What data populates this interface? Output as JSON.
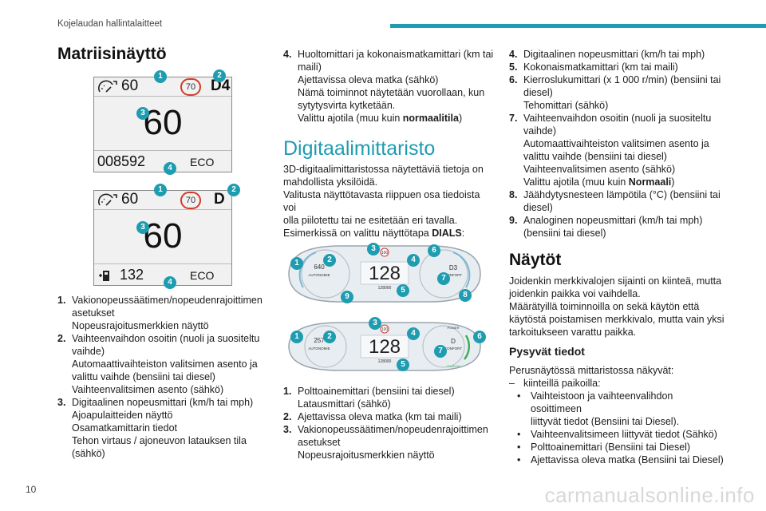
{
  "header": {
    "section_title": "Kojelaudan hallintalaitteet"
  },
  "page_number": "10",
  "watermark": "carmanualsonline.info",
  "colors": {
    "accent": "#1e9cb0",
    "limit_sign_red": "#d33a2c"
  },
  "matrix": {
    "title": "Matriisinäyttö",
    "display1": {
      "limit": "60",
      "limit_sign": "70",
      "gear": "D4",
      "speed": "60",
      "odometer": "008592",
      "mode": "ECO"
    },
    "display2": {
      "limit": "60",
      "limit_sign": "70",
      "gear": "D",
      "speed": "60",
      "range": "132",
      "mode": "ECO"
    },
    "callouts": [
      "1",
      "2",
      "3",
      "4"
    ],
    "items": [
      {
        "num": "1.",
        "lines": [
          "Vakionopeussäätimen/nopeudenrajoittimen",
          "asetukset",
          "Nopeusrajoitusmerkkien näyttö"
        ]
      },
      {
        "num": "2.",
        "lines": [
          "Vaihteenvaihdon osoitin (nuoli ja suositeltu",
          "vaihde)",
          "Automaattivaihteiston valitsimen asento ja",
          "valittu vaihde (bensiini tai diesel)",
          "Vaihteenvalitsimen asento (sähkö)"
        ]
      },
      {
        "num": "3.",
        "lines": [
          "Digitaalinen nopeusmittari (km/h tai mph)",
          "Ajoapulaitteiden näyttö",
          "Osamatkamittarin tiedot",
          "Tehon virtaus / ajoneuvon latauksen tila",
          "(sähkö)"
        ]
      }
    ]
  },
  "col2": {
    "item4": {
      "num": "4.",
      "lines": [
        "Huoltomittari ja kokonaismatkamittari (km tai",
        "maili)",
        "Ajettavissa oleva matka (sähkö)",
        "Nämä toiminnot näytetään vuorollaan, kun",
        "sytytysvirta kytketään."
      ],
      "last_prefix": "Valittu ajotila (muu kuin ",
      "last_bold": "normaalitila",
      "last_suffix": ")"
    },
    "digital_title": "Digitaalimittaristo",
    "digital_para": [
      "3D-digitaalimittaristossa näytettäviä tietoja on",
      "mahdollista yksilöidä.",
      "Valitusta näyttötavasta riippuen osa tiedoista voi",
      "olla piilotettu tai ne esitetään eri tavalla."
    ],
    "dials_prefix": "Esimerkissä on valittu näyttötapa ",
    "dials_bold": "DIALS",
    "dials_suffix": ":",
    "cluster1": {
      "speed": "128",
      "odo": "128000",
      "range": "640",
      "mode_label": "AUTONOMIE",
      "gear": "D3",
      "gear_label": "CONFORT",
      "limit": "100",
      "callouts": [
        "1",
        "2",
        "3",
        "4",
        "5",
        "6",
        "7",
        "8",
        "9"
      ]
    },
    "cluster2": {
      "speed": "128",
      "odo": "128000",
      "range": "257",
      "mode_label": "AUTONOMIE",
      "gear": "D",
      "gear_label": "CONFORT",
      "limit": "100",
      "top_right_label": "POWER",
      "bottom_right_label": "CHARGE",
      "callouts": [
        "1",
        "2",
        "3",
        "4",
        "5",
        "6",
        "7"
      ]
    },
    "items": [
      {
        "num": "1.",
        "lines": [
          "Polttoainemittari (bensiini tai diesel)",
          "Latausmittari (sähkö)"
        ]
      },
      {
        "num": "2.",
        "lines": [
          "Ajettavissa oleva matka (km tai maili)"
        ]
      },
      {
        "num": "3.",
        "lines": [
          "Vakionopeussäätimen/nopeudenrajoittimen",
          "asetukset",
          "Nopeusrajoitusmerkkien näyttö"
        ]
      }
    ]
  },
  "col3": {
    "items": [
      {
        "num": "4.",
        "lines": [
          "Digitaalinen nopeusmittari (km/h tai mph)"
        ]
      },
      {
        "num": "5.",
        "lines": [
          "Kokonaismatkamittari (km tai maili)"
        ]
      },
      {
        "num": "6.",
        "lines": [
          "Kierroslukumittari (x 1 000 r/min) (bensiini tai",
          "diesel)",
          "Tehomittari (sähkö)"
        ]
      },
      {
        "num": "7.",
        "lines": [
          "Vaihteenvaihdon osoitin (nuoli ja suositeltu",
          "vaihde)",
          "Automaattivaihteiston valitsimen asento ja",
          "valittu vaihde (bensiini tai diesel)",
          "Vaihteenvalitsimen asento (sähkö)"
        ]
      },
      {
        "num": "8.",
        "lines": [
          "Jäähdytysnesteen lämpötila (°C) (bensiini tai",
          "diesel)"
        ]
      },
      {
        "num": "9.",
        "lines": [
          "Analoginen nopeusmittari (km/h tai mph)",
          "(bensiini tai diesel)"
        ]
      }
    ],
    "item7_last_prefix": "Valittu ajotila (muu kuin ",
    "item7_last_bold": "Normaali",
    "item7_last_suffix": ")",
    "naytot_title": "Näytöt",
    "naytot_para": [
      "Joidenkin merkkivalojen sijainti on kiinteä, mutta",
      "joidenkin paikka voi vaihdella.",
      "Määrätyillä toiminnoilla on sekä käytön että",
      "käytöstä poistamisen merkkivalo, mutta vain yksi",
      "tarkoitukseen varattu paikka."
    ],
    "pysyvat_title": "Pysyvät tiedot",
    "pysyvat_intro": "Perusnäytössä mittaristossa näkyvät:",
    "dash_mark": "–",
    "dash_text": "kiinteillä paikoilla:",
    "bullet_mark": "•",
    "bullets": [
      [
        "Vaihteistoon ja vaihteenvalihdon osoittimeen",
        "liittyvät tiedot (Bensiini tai Diesel)."
      ],
      [
        "Vaihteenvalitsimeen liittyvät tiedot (Sähkö)"
      ],
      [
        "Polttoainemittari (Bensiini tai Diesel)"
      ],
      [
        "Ajettavissa oleva matka (Bensiini tai Diesel)"
      ]
    ]
  }
}
